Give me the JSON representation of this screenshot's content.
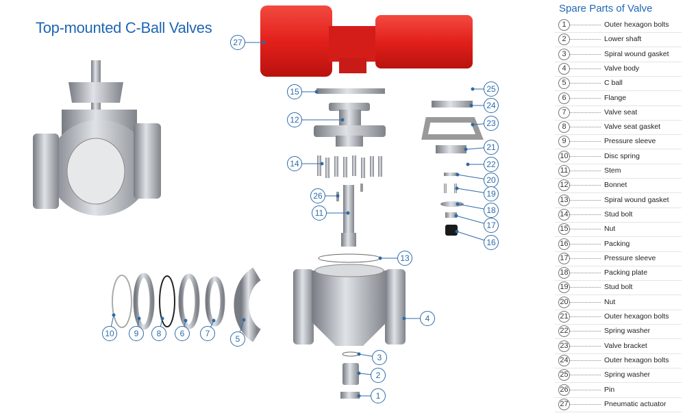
{
  "title": "Top-mounted C-Ball Valves",
  "spare_parts": {
    "title": "Spare Parts of Valve",
    "items": [
      {
        "num": "1",
        "label": "Outer hexagon bolts"
      },
      {
        "num": "2",
        "label": "Lower shaft"
      },
      {
        "num": "3",
        "label": "Spiral wound gasket"
      },
      {
        "num": "4",
        "label": "Valve body"
      },
      {
        "num": "5",
        "label": "C ball"
      },
      {
        "num": "6",
        "label": "Flange"
      },
      {
        "num": "7",
        "label": "Valve seat"
      },
      {
        "num": "8",
        "label": "Valve seat gasket"
      },
      {
        "num": "9",
        "label": "Pressure sleeve"
      },
      {
        "num": "10",
        "label": "Disc spring"
      },
      {
        "num": "11",
        "label": "Stem"
      },
      {
        "num": "12",
        "label": "Bonnet"
      },
      {
        "num": "13",
        "label": "Spiral wound gasket"
      },
      {
        "num": "14",
        "label": "Stud bolt"
      },
      {
        "num": "15",
        "label": "Nut"
      },
      {
        "num": "16",
        "label": "Packing"
      },
      {
        "num": "17",
        "label": "Pressure sleeve"
      },
      {
        "num": "18",
        "label": "Packing plate"
      },
      {
        "num": "19",
        "label": "Stud bolt"
      },
      {
        "num": "20",
        "label": "Nut"
      },
      {
        "num": "21",
        "label": "Outer hexagon bolts"
      },
      {
        "num": "22",
        "label": "Spring washer"
      },
      {
        "num": "23",
        "label": "Valve bracket"
      },
      {
        "num": "24",
        "label": "Outer hexagon bolts"
      },
      {
        "num": "25",
        "label": "Spring washer"
      },
      {
        "num": "26",
        "label": "Pin"
      },
      {
        "num": "27",
        "label": "Pneumatic actuator"
      }
    ]
  },
  "callouts": [
    "27",
    "15",
    "12",
    "14",
    "26",
    "11",
    "13",
    "25",
    "24",
    "23",
    "21",
    "22",
    "20",
    "19",
    "18",
    "17",
    "16",
    "4",
    "3",
    "2",
    "1",
    "5",
    "7",
    "6",
    "8",
    "9",
    "10"
  ],
  "colors": {
    "accent": "#1f66b3",
    "actuator": "#e8231f",
    "metal": "#a8acb2"
  }
}
